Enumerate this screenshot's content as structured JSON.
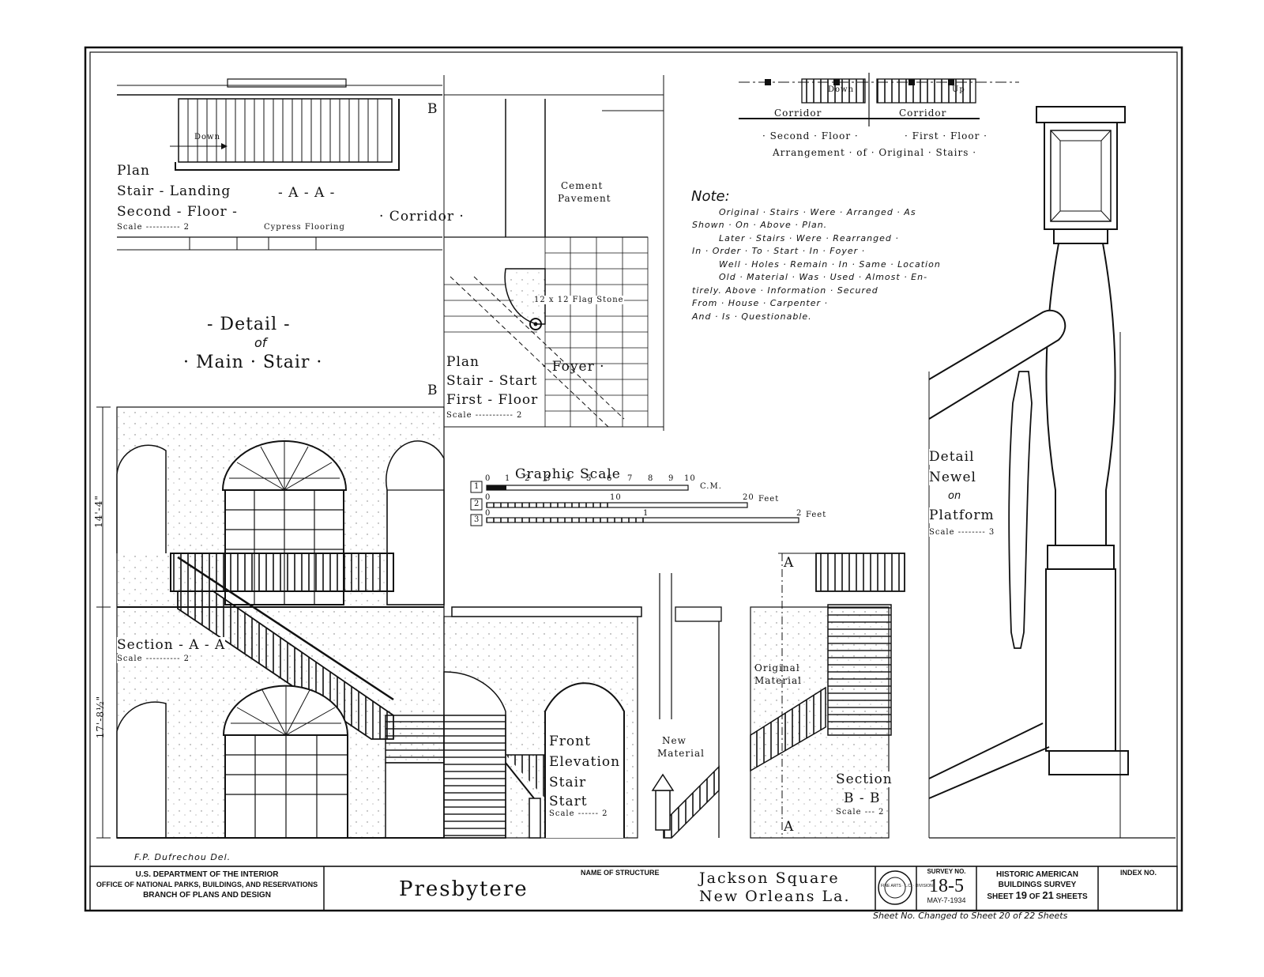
{
  "drawing": {
    "plan_landing": {
      "line1": "Plan",
      "line2": "Stair - Landing",
      "line3": "Second - Floor -",
      "scale": "Scale ---------- 2",
      "section_mark": "- A - A -",
      "down": "Down",
      "cypress": "Cypress Flooring",
      "corridor": "· Corridor ·"
    },
    "plan_start": {
      "line1": "Plan",
      "line2": "Stair - Start",
      "line3": "First - Floor",
      "scale": "Scale ----------- 2",
      "foyer": "· Foyer ·",
      "cement_1": "Cement",
      "cement_2": "Pavement",
      "flagstone": "12 x 12 Flag Stone"
    },
    "arrangement": {
      "corridor_left": "Corridor",
      "corridor_right": "Corridor",
      "second_floor": "· Second · Floor ·",
      "first_floor": "· First · Floor ·",
      "title": "Arrangement · of · Original · Stairs ·",
      "down": "Down",
      "up": "Up"
    },
    "note": {
      "heading": "Note:",
      "lines": [
        "Original · Stairs · Were · Arranged · As",
        "Shown · On · Above · Plan.",
        "Later · Stairs · Were · Rearranged ·",
        "In · Order · To · Start · In · Foyer ·",
        "Well · Holes · Remain · In · Same · Location",
        "Old · Material · Was · Used · Almost · En-",
        "tirely. Above · Information · Secured",
        "From · House · Carpenter ·",
        "And · Is · Questionable."
      ]
    },
    "detail_main": {
      "line1": "- Detail -",
      "line2": "of",
      "line3": "· Main · Stair ·"
    },
    "section_aa": {
      "title": "Section - A - A",
      "scale": "Scale ---------- 2",
      "dim_upper": "14'-4\"",
      "dim_lower": "17'-8½\""
    },
    "graphic_scale": {
      "title": "Graphic Scale",
      "row1_label": "1",
      "row2_label": "2",
      "row3_label": "3",
      "cm_ticks": [
        "0",
        "1",
        "2",
        "3",
        "4",
        "5",
        "6",
        "7",
        "8",
        "9",
        "10"
      ],
      "cm_unit": "C.M.",
      "feet_ticks_20": [
        "0",
        "10",
        "20"
      ],
      "feet_unit_20": "Feet",
      "feet_ticks_2": [
        "0",
        "1",
        "2"
      ],
      "feet_unit_2": "Feet"
    },
    "front_elevation": {
      "line1": "Front",
      "line2": "Elevation",
      "line3": "Stair",
      "line4": "Start",
      "scale": "Scale ------ 2"
    },
    "section_bb": {
      "line1": "Section",
      "line2": "B - B",
      "scale": "Scale --- 2",
      "mark_a": "A",
      "original_1": "Original",
      "original_2": "Material",
      "new_1": "New",
      "new_2": "Material"
    },
    "newel": {
      "line1": "Detail",
      "line2": "Newel",
      "line3": "on",
      "line4": "Platform",
      "scale": "Scale -------- 3"
    },
    "b_mark": "B",
    "delineator": "F.P. Dufrechou Del."
  },
  "title_block": {
    "agency": [
      "U.S. DEPARTMENT OF THE INTERIOR",
      "OFFICE OF NATIONAL PARKS, BUILDINGS, AND RESERVATIONS",
      "BRANCH OF PLANS AND DESIGN"
    ],
    "structure_name": "Presbytere",
    "name_label": "NAME OF STRUCTURE",
    "location_1": "Jackson Square",
    "location_2": "New Orleans La.",
    "survey_no_label": "SURVEY NO.",
    "survey_no": "18-5",
    "date": "MAY-7-1934",
    "habs": [
      "HISTORIC AMERICAN",
      "BUILDINGS SURVEY"
    ],
    "sheet_word": "SHEET",
    "sheet_no": "19",
    "of_word": "OF",
    "sheet_total": "21",
    "sheets_word": "SHEETS",
    "index_label": "INDEX NO.",
    "seal_text": "FINE ARTS · L.C. · DIVISION",
    "footer_note": "Sheet No. Changed to Sheet 20 of 22 Sheets"
  }
}
